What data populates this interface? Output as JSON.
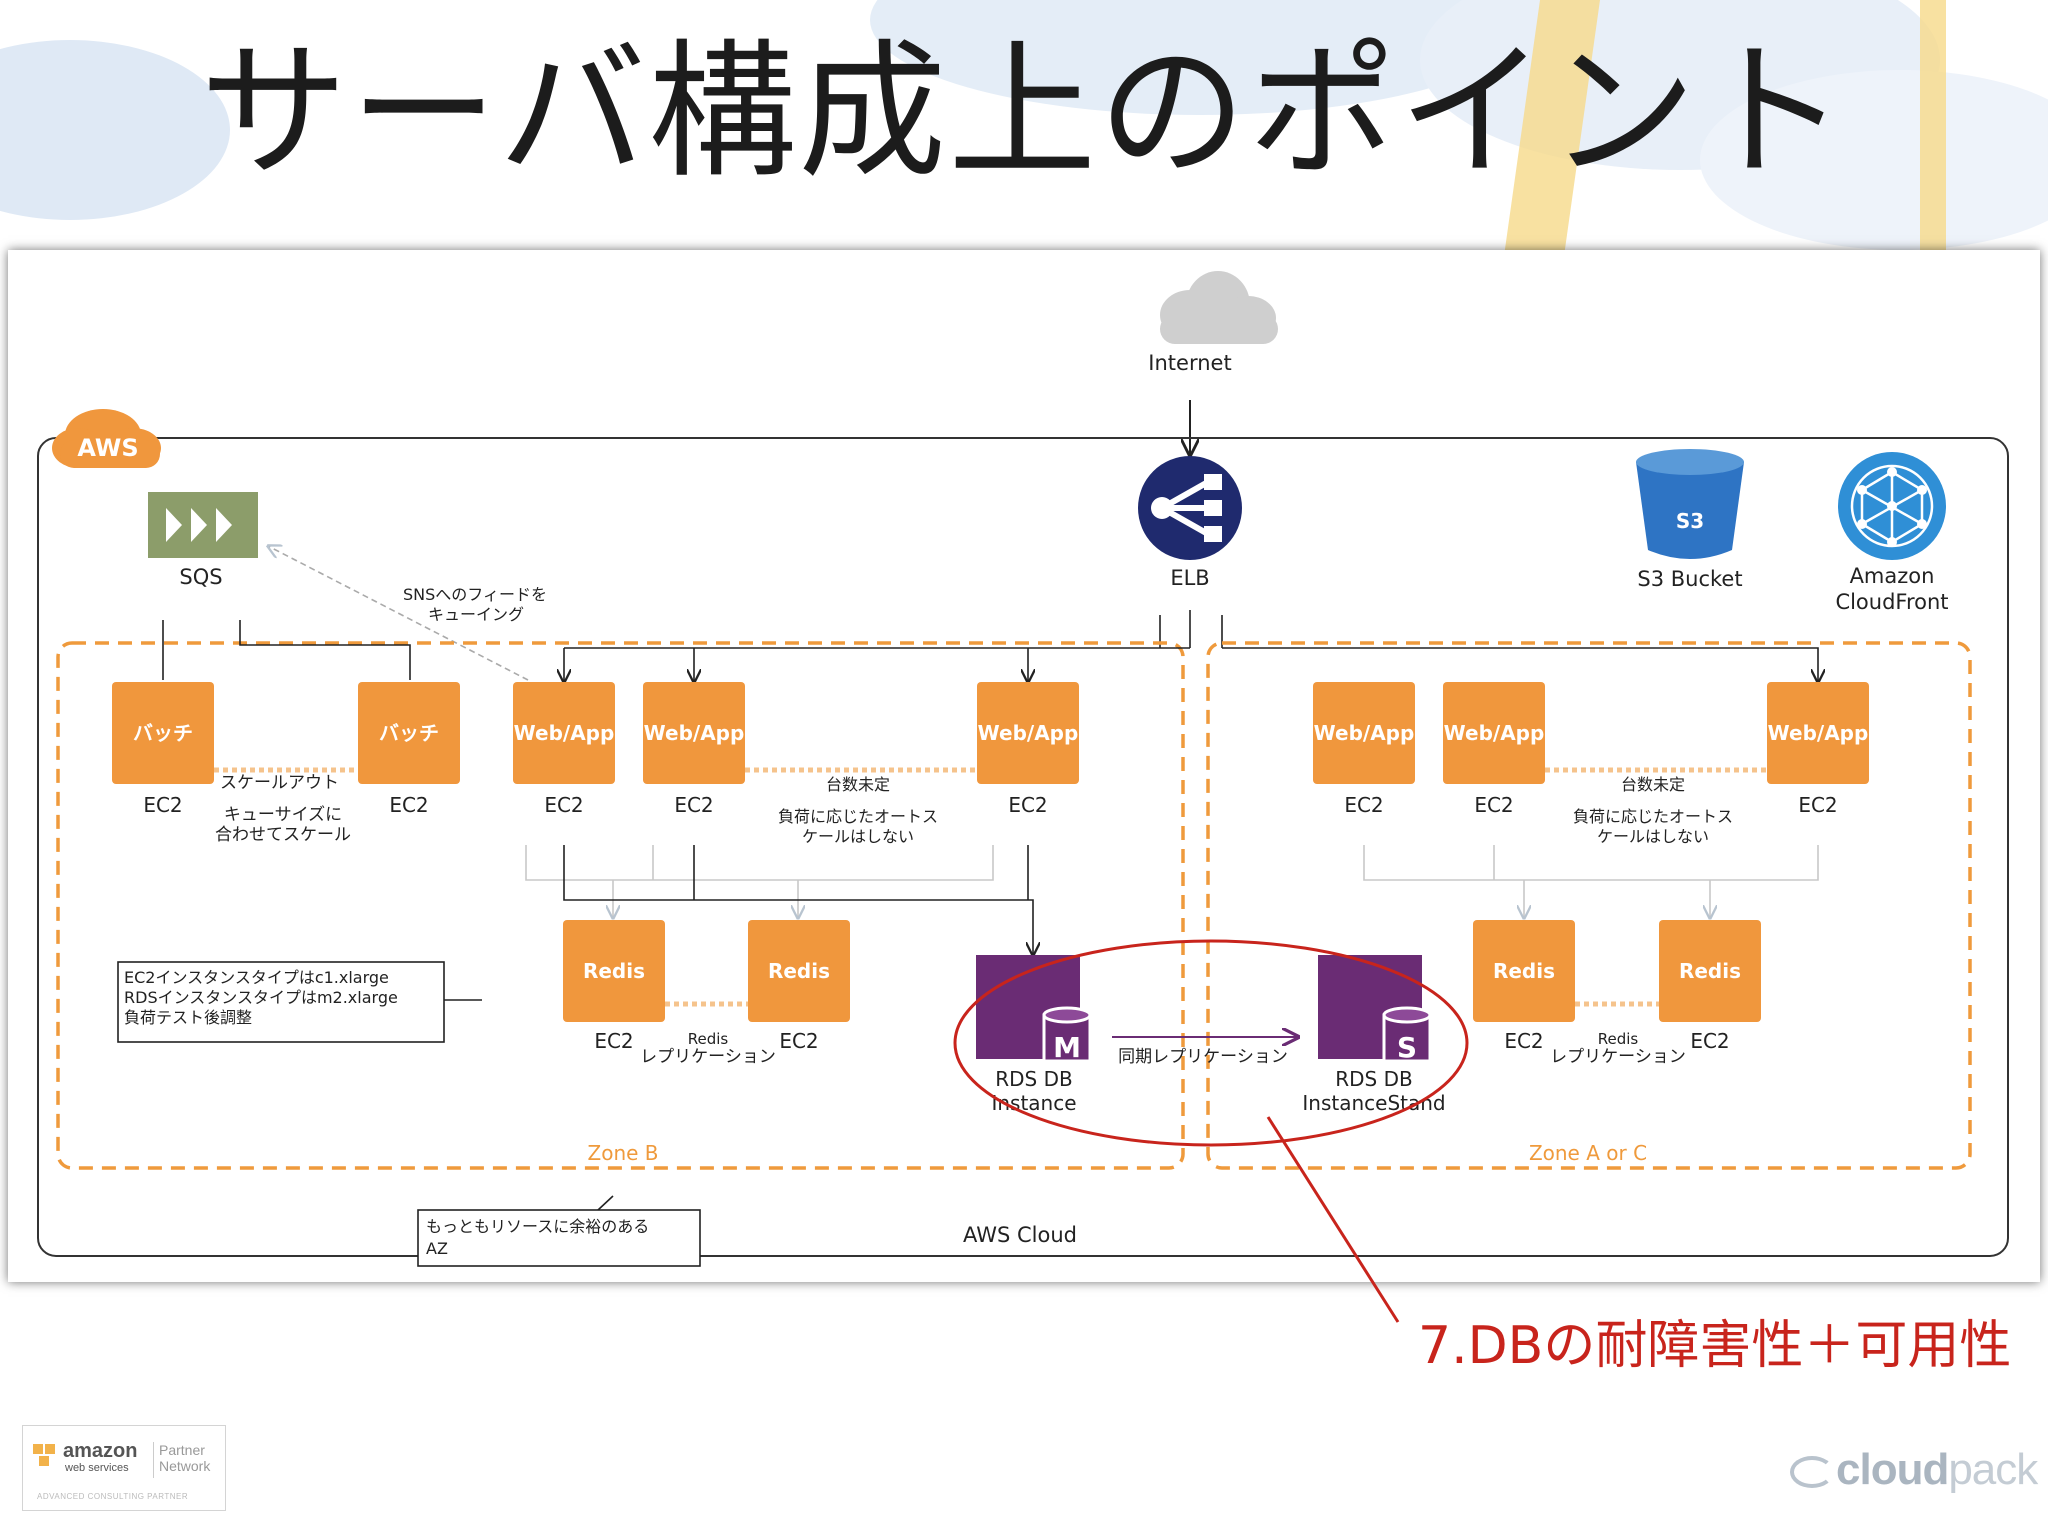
{
  "slide": {
    "title": "サーバ構成上のポイント",
    "callout": "7.DBの耐障害性＋可用性"
  },
  "diagram": {
    "internet_label": "Internet",
    "aws_badge": "AWS",
    "aws_cloud_label": "AWS Cloud",
    "elb_label": "ELB",
    "sqs_label": "SQS",
    "s3_icon_text": "S3",
    "s3_label": "S3 Bucket",
    "cloudfront_label_1": "Amazon",
    "cloudfront_label_2": "CloudFront",
    "sns_note_1": "SNSへのフィードを",
    "sns_note_2": "キューイング",
    "zone_b_label": "Zone B",
    "zone_ac_label": "Zone A or C",
    "batch_label": "バッチ",
    "webapp_label": "Web/App",
    "ec2_label": "EC2",
    "redis_label": "Redis",
    "scaleout_1": "スケールアウト",
    "scaleout_2": "キューサイズに",
    "scaleout_3": "合わせてスケール",
    "count_undecided": "台数未定",
    "autoscale_1": "負荷に応じたオートス",
    "autoscale_2": "ケールはしない",
    "redis_small": "Redis",
    "replication": "レプリケーション",
    "sync_replication": "同期レプリケーション",
    "rds_master_letter": "M",
    "rds_standby_letter": "S",
    "rds_master_1": "RDS DB",
    "rds_master_2": "Instance",
    "rds_standby_1": "RDS DB",
    "rds_standby_2": "InstanceStand",
    "note_instance_1": "EC2インスタンスタイプはc1.xlarge",
    "note_instance_2": "RDSインスタンスタイプはm2.xlarge",
    "note_instance_3": "負荷テスト後調整",
    "note_az_1": "もっともリソースに余裕のある",
    "note_az_2": "AZ"
  },
  "footer": {
    "partner_brand": "amazon",
    "partner_sub": "web services",
    "partner_word_1": "Partner",
    "partner_word_2": "Network",
    "partner_caption": "ADVANCED CONSULTING PARTNER",
    "cloudpack_a": "cloud",
    "cloudpack_b": "pack"
  },
  "colors": {
    "orange": "#f0973d",
    "zone_dash": "#ef9a3c",
    "purple": "#6a2c74",
    "elb_navy": "#1f2a6e",
    "s3_blue": "#2e74c4",
    "cloudfront_blue": "#2f8fd6",
    "sqs_green": "#8c9d6a",
    "callout_red": "#c8241c"
  }
}
